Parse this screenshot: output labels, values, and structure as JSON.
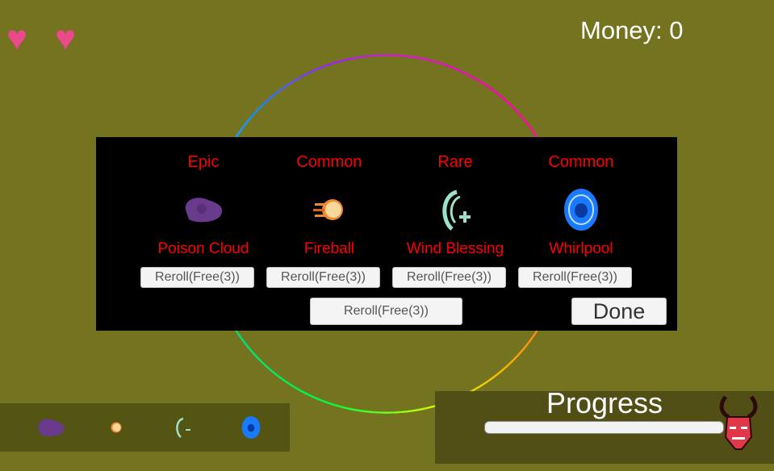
{
  "hud": {
    "lives": 2,
    "money_label": "Money: 0"
  },
  "cards": [
    {
      "rarity": "Epic",
      "name": "Poison Cloud",
      "icon": "poison-cloud-icon",
      "reroll": "Reroll(Free(3))"
    },
    {
      "rarity": "Common",
      "name": "Fireball",
      "icon": "fireball-icon",
      "reroll": "Reroll(Free(3))"
    },
    {
      "rarity": "Rare",
      "name": "Wind Blessing",
      "icon": "wind-blessing-icon",
      "reroll": "Reroll(Free(3))"
    },
    {
      "rarity": "Common",
      "name": "Whirlpool",
      "icon": "whirlpool-icon",
      "reroll": "Reroll(Free(3))"
    }
  ],
  "reroll_all": "Reroll(Free(3))",
  "done": "Done",
  "progress": {
    "title": "Progress"
  },
  "colors": {
    "rarity": "#ff0000",
    "background": "#74731f"
  }
}
